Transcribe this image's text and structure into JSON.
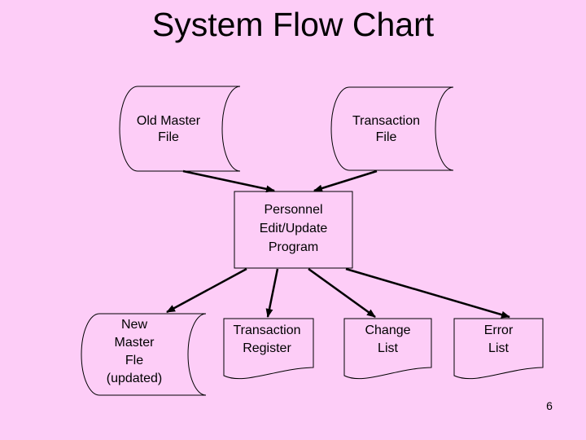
{
  "slide": {
    "title": "System Flow Chart",
    "page_number": "6"
  },
  "colors": {
    "background": "#fdcdf7",
    "shape_outline": "#000000",
    "arrow": "#000000",
    "text": "#000000"
  },
  "diagram": {
    "nodes": [
      {
        "id": "old-master-file",
        "shape": "stored-data",
        "label": "Old Master\nFile"
      },
      {
        "id": "transaction-file",
        "shape": "stored-data",
        "label": "Transaction\nFile"
      },
      {
        "id": "personnel-program",
        "shape": "process",
        "label": "Personnel\nEdit/Update\nProgram"
      },
      {
        "id": "new-master-file",
        "shape": "stored-data",
        "label": "New\nMaster\nFle\n(updated)"
      },
      {
        "id": "transaction-register",
        "shape": "document",
        "label": "Transaction\nRegister"
      },
      {
        "id": "change-list",
        "shape": "document",
        "label": "Change\nList"
      },
      {
        "id": "error-list",
        "shape": "document",
        "label": "Error\nList"
      }
    ],
    "edges": [
      {
        "from": "old-master-file",
        "to": "personnel-program"
      },
      {
        "from": "transaction-file",
        "to": "personnel-program"
      },
      {
        "from": "personnel-program",
        "to": "new-master-file"
      },
      {
        "from": "personnel-program",
        "to": "transaction-register"
      },
      {
        "from": "personnel-program",
        "to": "change-list"
      },
      {
        "from": "personnel-program",
        "to": "error-list"
      }
    ]
  }
}
